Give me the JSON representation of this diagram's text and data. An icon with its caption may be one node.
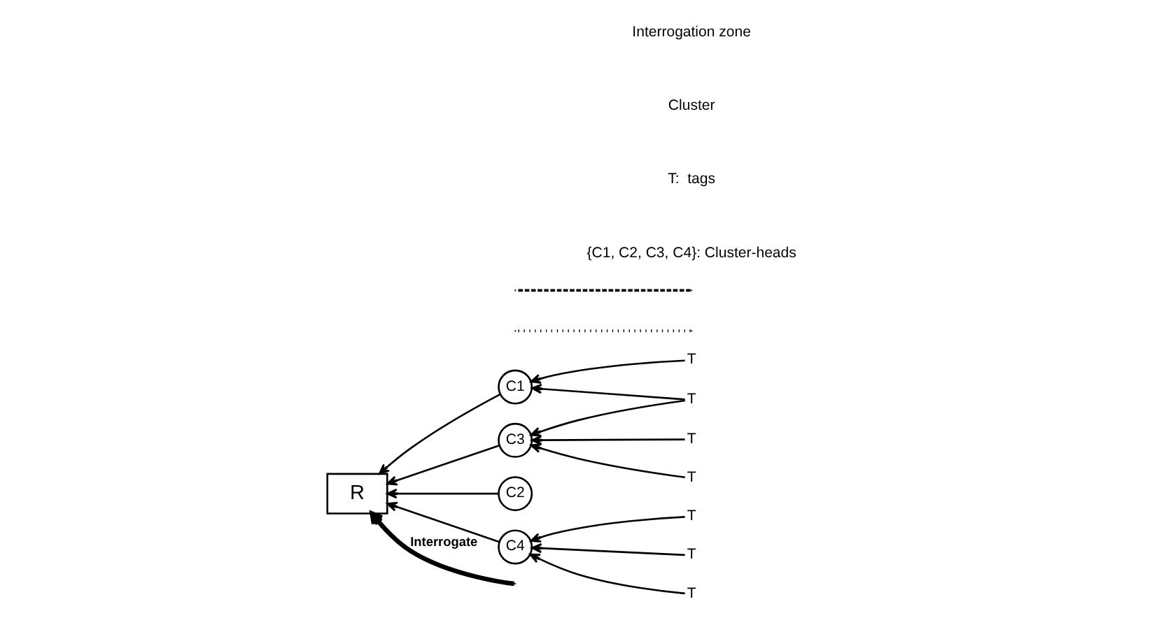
{
  "diagram": {
    "nodes": [
      {
        "text": [
          "R"
        ]
      },
      {
        "text": [
          "C1"
        ]
      },
      {
        "text": [
          "C2"
        ]
      },
      {
        "text": [
          "C3"
        ]
      },
      {
        "text": [
          "C4"
        ]
      },
      {
        "text": [
          "T"
        ]
      },
      {
        "text": [
          "T"
        ]
      },
      {
        "text": [
          "T"
        ]
      },
      {
        "text": [
          "T"
        ]
      },
      {
        "text": [
          "T"
        ]
      },
      {
        "text": [
          "T"
        ]
      },
      {
        "text": [
          "T"
        ]
      }
    ],
    "edges": [
      {
        "from": null,
        "to": 0,
        "arrow": "to",
        "label": "Interrogate",
        "style": "thick"
      },
      {
        "from": 1,
        "to": 0,
        "arrow": "to"
      },
      {
        "from": 3,
        "to": 0,
        "arrow": "to"
      },
      {
        "from": 4,
        "to": 0,
        "arrow": "to"
      },
      {
        "from": 2,
        "to": 0,
        "arrow": "to"
      },
      {
        "from": 5,
        "to": 1,
        "arrow": "to"
      },
      {
        "from": 6,
        "to": 1,
        "arrow": "to"
      },
      {
        "from": 6,
        "to": 3,
        "arrow": "to"
      },
      {
        "from": 7,
        "to": 3,
        "arrow": "to"
      },
      {
        "from": 8,
        "to": 3,
        "arrow": "to"
      },
      {
        "from": 9,
        "to": 4,
        "arrow": "to"
      },
      {
        "from": 10,
        "to": 4,
        "arrow": "to"
      },
      {
        "from": 11,
        "to": 4,
        "arrow": "to"
      }
    ],
    "labels": [
      "T:  tags",
      "{C1, C2, C3, C4}: Cluster-heads"
    ],
    "legend": [
      {
        "text": "Interrogation zone"
      },
      {
        "text": "Cluster"
      }
    ]
  }
}
